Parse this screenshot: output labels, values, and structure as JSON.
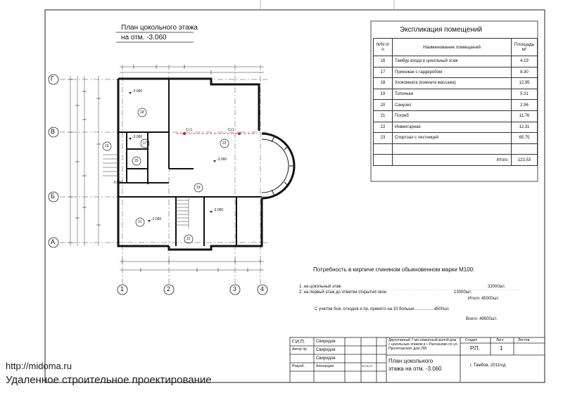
{
  "plan": {
    "title_line1": "План цокольного этажа",
    "title_line2": "на отм. -3.060",
    "axes_letters": [
      "Г",
      "В",
      "Б",
      "А"
    ],
    "axes_numbers": [
      "1",
      "2",
      "3",
      "4"
    ],
    "room_numbers": [
      "16",
      "17",
      "18",
      "19",
      "20",
      "21",
      "22",
      "23"
    ],
    "level_marks": [
      "-3.060",
      "-3.060",
      "-3.060",
      "-3.060",
      "-3.060",
      "-3.060"
    ],
    "section_marks": [
      "Сг.1",
      "Сг.1"
    ]
  },
  "explication": {
    "title": "Экспликация помещений",
    "headers": {
      "num": "N/N п/п",
      "name": "Наименование помещений",
      "area": "Площадь м²"
    },
    "rows": [
      {
        "num": "16",
        "name": "Тамбур входа в цокольный этаж",
        "area": "4.19"
      },
      {
        "num": "17",
        "name": "Прихожая с гардеробом",
        "area": "8.30"
      },
      {
        "num": "18",
        "name": "Хозкомната (комната массажа)",
        "area": "12.95"
      },
      {
        "num": "19",
        "name": "Топочная",
        "area": "5.31"
      },
      {
        "num": "20",
        "name": "Санузел",
        "area": "2.96"
      },
      {
        "num": "21",
        "name": "Погреб",
        "area": "11.76"
      },
      {
        "num": "22",
        "name": "Инвентарная",
        "area": "12.31"
      },
      {
        "num": "23",
        "name": "Спортзал с лестницей",
        "area": "65.75"
      }
    ],
    "total_label": "Итого:",
    "total_value": "123.53"
  },
  "materials": {
    "title": "Потребность в кирпиче глиняном обыкновенном марки М100:",
    "line1_label": "1. на цокольный этаж",
    "line1_value": "32000шт.",
    "line2_label": "2. на первый этаж до отметки открытия окон",
    "line2_value": "13000шт.",
    "subtotal": "Итого: 45000шт.",
    "waste_line": "С учетом боя, отходов и пр. принято на 10 больше.................4500шт.",
    "total": "Всего: 49500шт."
  },
  "stamp": {
    "rows": [
      {
        "role": "Г.И.П.",
        "name": "Свиридов",
        "sign": "",
        "date": ""
      },
      {
        "role": "Автор пр.",
        "name": "Свиридов",
        "sign": "",
        "date": ""
      },
      {
        "role": "",
        "name": "Свиридов",
        "sign": "",
        "date": ""
      },
      {
        "role": "Разраб.",
        "name": "Алехандин",
        "sign": "",
        "date": "29.06.11"
      }
    ],
    "project_desc": "Двухэтажный 7-ми комнатный жилой дом с цокольным этажом в г. Рассказово по ул. Пролетарская, дом 290.",
    "sheet_title_line1": "План цокольного",
    "sheet_title_line2": "этажа на отм. -3.060",
    "stage_label": "Стадия",
    "sheet_label": "Лист",
    "sheets_label": "Листов",
    "stage_value": "Р.П.",
    "sheet_value": "1",
    "sheets_value": "",
    "org": "г. Тамбов, 2011год"
  },
  "watermark": {
    "url": "http://midoma.ru",
    "caption": "Удаленное строительное проектирование"
  }
}
